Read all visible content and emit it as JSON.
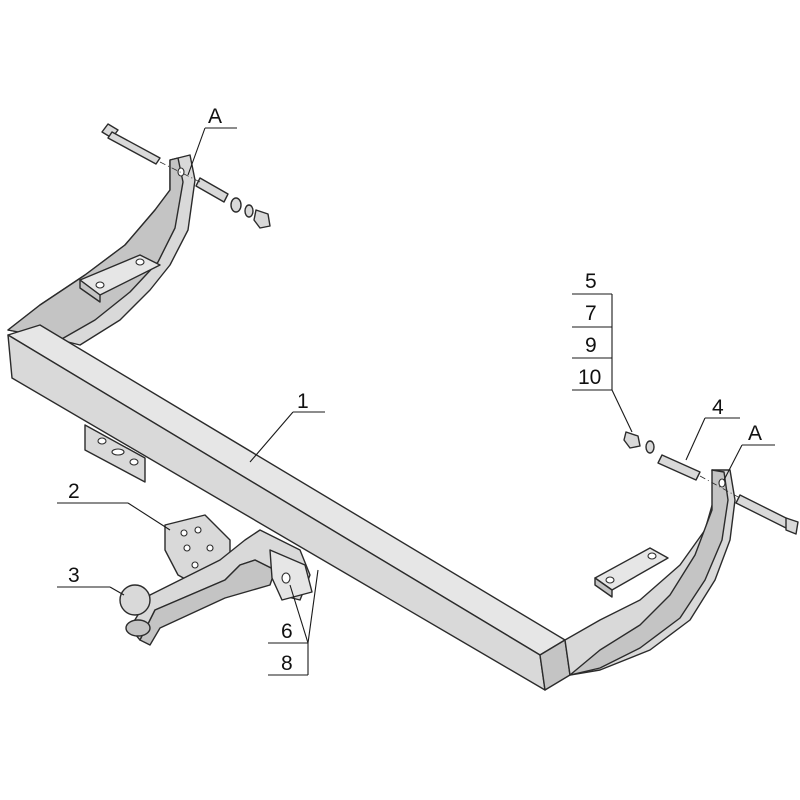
{
  "callouts": {
    "c1": "1",
    "c2": "2",
    "c3": "3",
    "c4": "4",
    "c5": "5",
    "c6": "6",
    "c7": "7",
    "c8": "8",
    "c9": "9",
    "c10": "10",
    "a_left": "A",
    "a_right": "A"
  },
  "colors": {
    "metal": "#d9d9d9",
    "outline": "#2b2b2b"
  }
}
